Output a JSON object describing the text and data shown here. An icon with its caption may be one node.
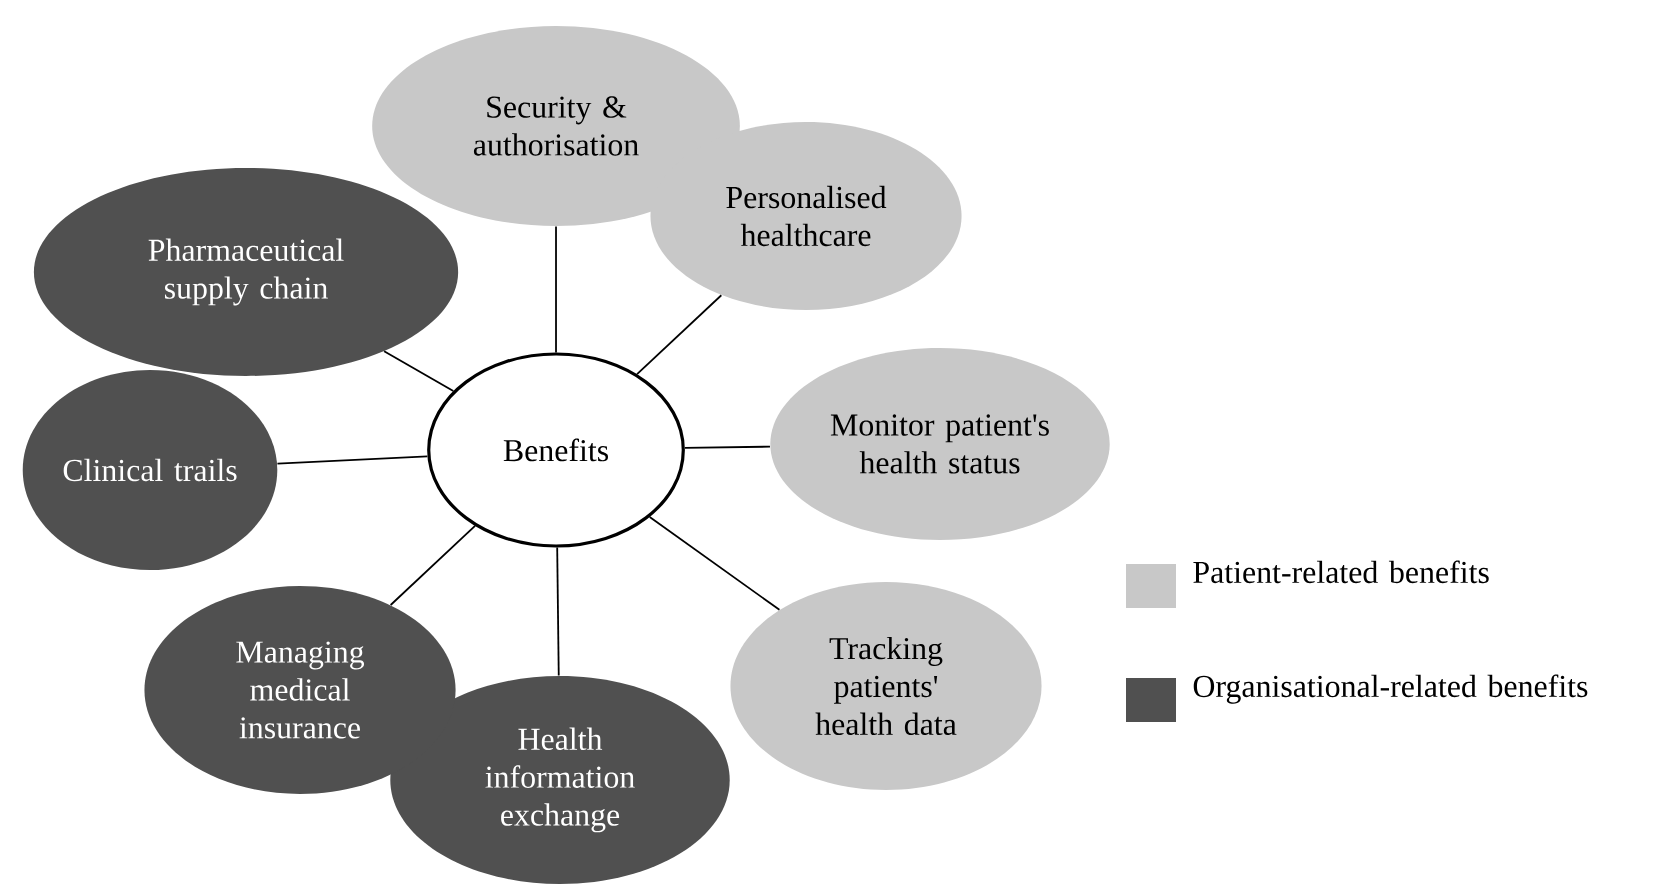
{
  "diagram": {
    "nodes": [
      {
        "text": [
          "Benefits"
        ]
      },
      {
        "text": [
          "Security & authorisation"
        ]
      },
      {
        "text": [
          "Personalised healthcare"
        ]
      },
      {
        "text": [
          "Monitor patient's health status"
        ]
      },
      {
        "text": [
          "Tracking patients' health data"
        ]
      },
      {
        "text": [
          "Health information exchange"
        ]
      },
      {
        "text": [
          "Managing medical insurance"
        ]
      },
      {
        "text": [
          "Clinical trails"
        ]
      },
      {
        "text": [
          "Pharmaceutical supply chain"
        ]
      }
    ],
    "edges": [
      {
        "from": 0,
        "to": 1,
        "arrow": "none"
      },
      {
        "from": 0,
        "to": 2,
        "arrow": "none"
      },
      {
        "from": 0,
        "to": 3,
        "arrow": "none"
      },
      {
        "from": 0,
        "to": 4,
        "arrow": "none"
      },
      {
        "from": 0,
        "to": 5,
        "arrow": "none"
      },
      {
        "from": 0,
        "to": 6,
        "arrow": "none"
      },
      {
        "from": 0,
        "to": 7,
        "arrow": "none"
      },
      {
        "from": 0,
        "to": 8,
        "arrow": "none"
      }
    ],
    "legend": [
      {
        "text": "Patient-related benefits",
        "color": "#c8c8c8"
      },
      {
        "text": "Organisational-related benefits",
        "color": "#505050"
      }
    ]
  }
}
